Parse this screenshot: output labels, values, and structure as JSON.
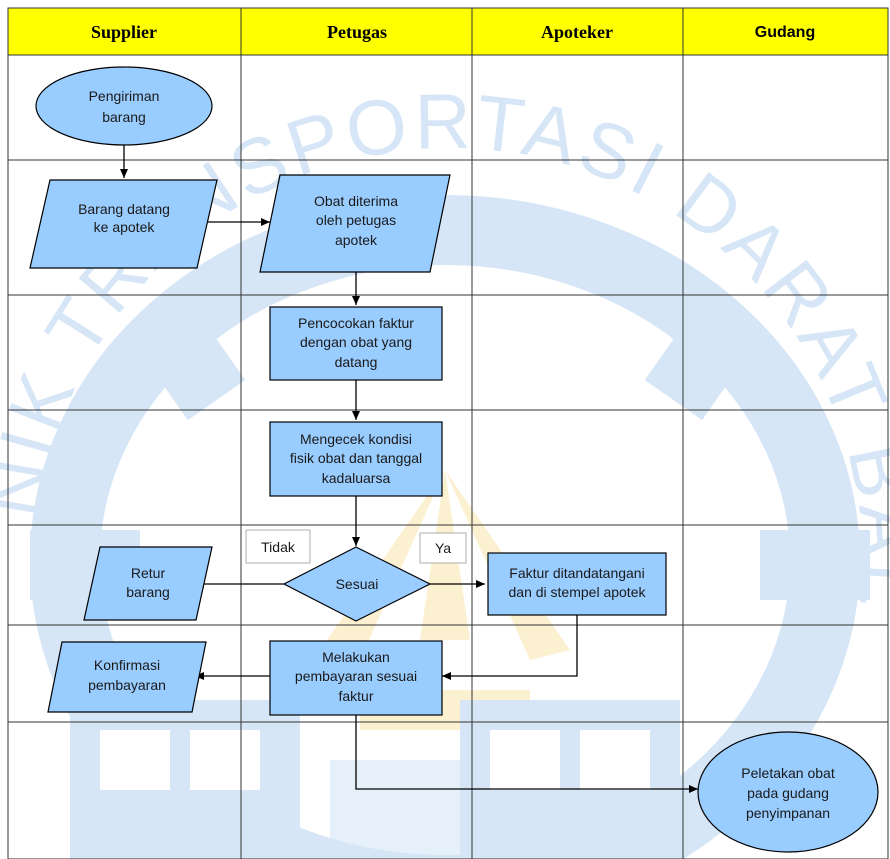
{
  "colors": {
    "header_bg": "#ffff00",
    "shape_fill": "#99ccff",
    "watermark_blue": "#4a90d9",
    "watermark_gold": "#f0c030"
  },
  "lanes": {
    "supplier": "Supplier",
    "petugas": "Petugas",
    "apoteker": "Apoteker",
    "gudang": "Gudang"
  },
  "nodes": {
    "pengiriman": [
      "Pengiriman",
      "barang"
    ],
    "barang_datang": [
      "Barang datang",
      "ke apotek"
    ],
    "obat_diterima": [
      "Obat diterima",
      "oleh petugas",
      "apotek"
    ],
    "pencocokan": [
      "Pencocokan faktur",
      "dengan obat yang",
      "datang"
    ],
    "mengecek": [
      "Mengecek kondisi",
      "fisik obat dan tanggal",
      "kadaluarsa"
    ],
    "sesuai": [
      "Sesuai"
    ],
    "retur": [
      "Retur",
      "barang"
    ],
    "faktur_ttd": [
      "Faktur ditandatangani",
      "dan di stempel apotek"
    ],
    "melakukan": [
      "Melakukan",
      "pembayaran sesuai",
      "faktur"
    ],
    "konfirmasi": [
      "Konfirmasi",
      "pembayaran"
    ],
    "peletakan": [
      "Peletakan obat",
      "pada gudang",
      "penyimpanan"
    ]
  },
  "labels": {
    "tidak": "Tidak",
    "ya": "Ya"
  },
  "watermark": {
    "text": "NIK TRANSPORTASI DARAT BAL",
    "type": "logo"
  }
}
